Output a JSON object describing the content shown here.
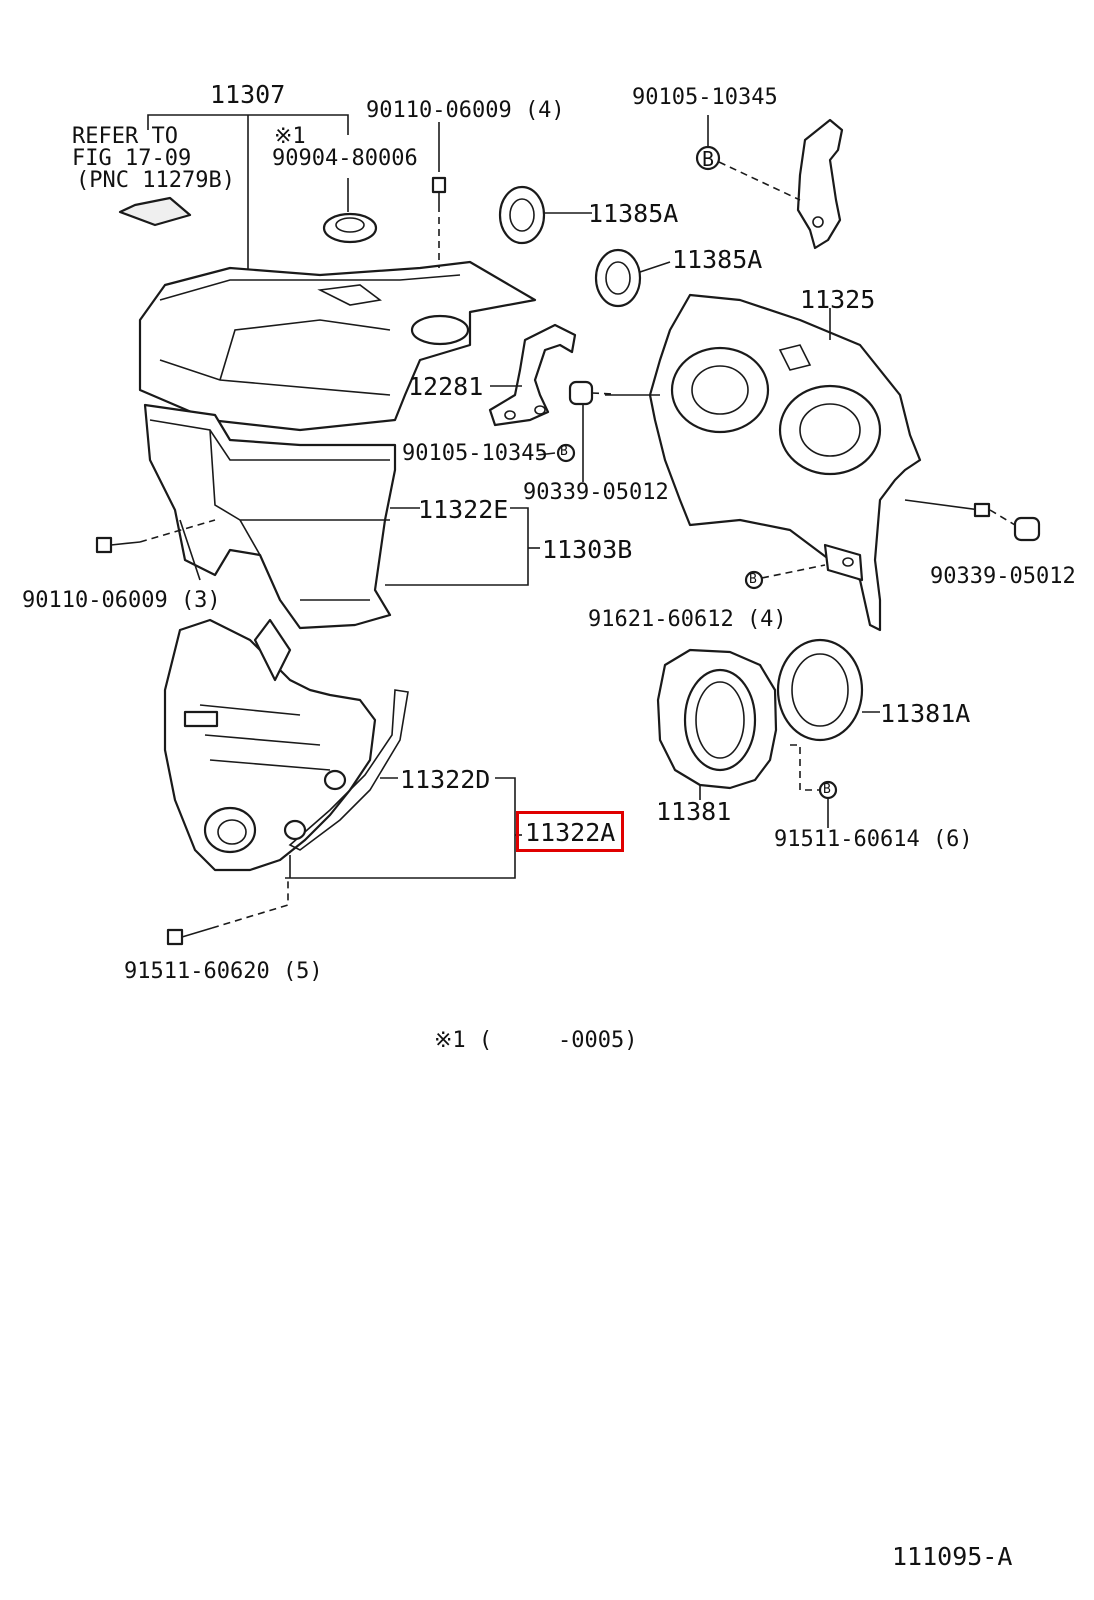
{
  "labels": {
    "p11307": "11307",
    "refer_line1": "REFER TO",
    "refer_line2": "FIG 17-09",
    "refer_line3": "(PNC 11279B)",
    "star1": "※1",
    "p90904": "90904-80006",
    "p90110_top": "90110-06009 (4)",
    "p90105_top": "90105-10345",
    "p11385a_1": "11385A",
    "p11385a_2": "11385A",
    "p11325": "11325",
    "p12281": "12281",
    "p90105_mid": "90105-10345",
    "p90339_mid": "90339-05012",
    "p11322e": "11322E",
    "p11303b": "11303B",
    "p90110_left": "90110-06009 (3)",
    "p90339_right": "90339-05012",
    "p91621": "91621-60612 (4)",
    "p11381a": "11381A",
    "p11381": "11381",
    "p11322d": "11322D",
    "p11322a": "11322A",
    "p91511_right": "91511-60614 (6)",
    "p91511_bottom": "91511-60620 (5)",
    "footnote_mark": "※1 (",
    "footnote_code": "-0005)",
    "figure_id": "111095-A"
  },
  "markers": {
    "b_letter": "B"
  },
  "highlight": {
    "part": "11322A",
    "color": "#e00000"
  }
}
